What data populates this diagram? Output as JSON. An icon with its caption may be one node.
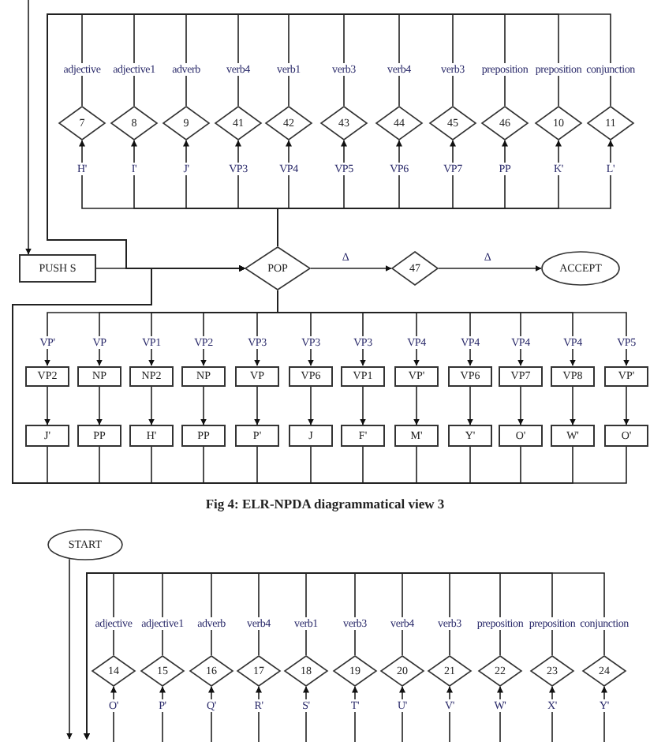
{
  "diagram": {
    "caption": "Fig 4: ELR-NPDA diagrammatical view 3",
    "nodes": [
      {
        "text": [
          "PUSH S"
        ]
      },
      {
        "text": [
          "POP"
        ]
      },
      {
        "text": [
          "47"
        ]
      },
      {
        "text": [
          "ACCEPT"
        ]
      },
      {
        "text": [
          "7"
        ]
      },
      {
        "text": [
          "8"
        ]
      },
      {
        "text": [
          "9"
        ]
      },
      {
        "text": [
          "41"
        ]
      },
      {
        "text": [
          "42"
        ]
      },
      {
        "text": [
          "43"
        ]
      },
      {
        "text": [
          "44"
        ]
      },
      {
        "text": [
          "45"
        ]
      },
      {
        "text": [
          "46"
        ]
      },
      {
        "text": [
          "10"
        ]
      },
      {
        "text": [
          "11"
        ]
      },
      {
        "text": [
          "VP2"
        ]
      },
      {
        "text": [
          "NP"
        ]
      },
      {
        "text": [
          "NP2"
        ]
      },
      {
        "text": [
          "NP"
        ]
      },
      {
        "text": [
          "VP"
        ]
      },
      {
        "text": [
          "VP6"
        ]
      },
      {
        "text": [
          "VP1"
        ]
      },
      {
        "text": [
          "VP'"
        ]
      },
      {
        "text": [
          "VP6"
        ]
      },
      {
        "text": [
          "VP7"
        ]
      },
      {
        "text": [
          "VP8"
        ]
      },
      {
        "text": [
          "VP'"
        ]
      },
      {
        "text": [
          "J'"
        ]
      },
      {
        "text": [
          "PP"
        ]
      },
      {
        "text": [
          "H'"
        ]
      },
      {
        "text": [
          "PP"
        ]
      },
      {
        "text": [
          "P'"
        ]
      },
      {
        "text": [
          "J"
        ]
      },
      {
        "text": [
          "F'"
        ]
      },
      {
        "text": [
          "M'"
        ]
      },
      {
        "text": [
          "Y'"
        ]
      },
      {
        "text": [
          "O'"
        ]
      },
      {
        "text": [
          "W'"
        ]
      },
      {
        "text": [
          "O'"
        ]
      },
      {
        "text": [
          "START"
        ]
      },
      {
        "text": [
          "14"
        ]
      },
      {
        "text": [
          "15"
        ]
      },
      {
        "text": [
          "16"
        ]
      },
      {
        "text": [
          "17"
        ]
      },
      {
        "text": [
          "18"
        ]
      },
      {
        "text": [
          "19"
        ]
      },
      {
        "text": [
          "20"
        ]
      },
      {
        "text": [
          "21"
        ]
      },
      {
        "text": [
          "22"
        ]
      },
      {
        "text": [
          "23"
        ]
      },
      {
        "text": [
          "24"
        ]
      }
    ],
    "edges": [
      {
        "from": null,
        "to": 0,
        "arrow": "to"
      },
      {
        "from": 0,
        "to": 1,
        "arrow": "to"
      },
      {
        "from": 1,
        "to": 2,
        "arrow": "to",
        "label": "Δ"
      },
      {
        "from": 2,
        "to": 3,
        "arrow": "to",
        "label": "Δ"
      },
      {
        "from": 1,
        "to": 4,
        "arrow": "to",
        "label": "H'"
      },
      {
        "from": 1,
        "to": 5,
        "arrow": "to",
        "label": "I'"
      },
      {
        "from": 1,
        "to": 6,
        "arrow": "to",
        "label": "J'"
      },
      {
        "from": 1,
        "to": 7,
        "arrow": "to",
        "label": "VP3"
      },
      {
        "from": 1,
        "to": 8,
        "arrow": "to",
        "label": "VP4"
      },
      {
        "from": 1,
        "to": 9,
        "arrow": "to",
        "label": "VP5"
      },
      {
        "from": 1,
        "to": 10,
        "arrow": "to",
        "label": "VP6"
      },
      {
        "from": 1,
        "to": 11,
        "arrow": "to",
        "label": "VP7"
      },
      {
        "from": 1,
        "to": 12,
        "arrow": "to",
        "label": "PP"
      },
      {
        "from": 1,
        "to": 13,
        "arrow": "to",
        "label": "K'"
      },
      {
        "from": 1,
        "to": 14,
        "arrow": "to",
        "label": "L'"
      },
      {
        "from": 4,
        "to": 1,
        "arrow": "to",
        "label": "adjective"
      },
      {
        "from": 5,
        "to": 1,
        "arrow": "to",
        "label": "adjective1"
      },
      {
        "from": 6,
        "to": 1,
        "arrow": "to",
        "label": "adverb"
      },
      {
        "from": 7,
        "to": 1,
        "arrow": "to",
        "label": "verb4"
      },
      {
        "from": 8,
        "to": 1,
        "arrow": "to",
        "label": "verb1"
      },
      {
        "from": 9,
        "to": 1,
        "arrow": "to",
        "label": "verb3"
      },
      {
        "from": 10,
        "to": 1,
        "arrow": "to",
        "label": "verb4"
      },
      {
        "from": 11,
        "to": 1,
        "arrow": "to",
        "label": "verb3"
      },
      {
        "from": 12,
        "to": 1,
        "arrow": "to",
        "label": "preposition"
      },
      {
        "from": 13,
        "to": 1,
        "arrow": "to",
        "label": "preposition"
      },
      {
        "from": 14,
        "to": 1,
        "arrow": "to",
        "label": "conjunction"
      },
      {
        "from": 1,
        "to": 15,
        "arrow": "to",
        "label": "VP'"
      },
      {
        "from": 1,
        "to": 16,
        "arrow": "to",
        "label": "VP"
      },
      {
        "from": 1,
        "to": 17,
        "arrow": "to",
        "label": "VP1"
      },
      {
        "from": 1,
        "to": 18,
        "arrow": "to",
        "label": "VP2"
      },
      {
        "from": 1,
        "to": 19,
        "arrow": "to",
        "label": "VP3"
      },
      {
        "from": 1,
        "to": 20,
        "arrow": "to",
        "label": "VP3"
      },
      {
        "from": 1,
        "to": 21,
        "arrow": "to",
        "label": "VP3"
      },
      {
        "from": 1,
        "to": 22,
        "arrow": "to",
        "label": "VP4"
      },
      {
        "from": 1,
        "to": 23,
        "arrow": "to",
        "label": "VP4"
      },
      {
        "from": 1,
        "to": 24,
        "arrow": "to",
        "label": "VP4"
      },
      {
        "from": 1,
        "to": 25,
        "arrow": "to",
        "label": "VP4"
      },
      {
        "from": 1,
        "to": 26,
        "arrow": "to",
        "label": "VP5"
      },
      {
        "from": 15,
        "to": 27,
        "arrow": "to"
      },
      {
        "from": 16,
        "to": 28,
        "arrow": "to"
      },
      {
        "from": 17,
        "to": 29,
        "arrow": "to"
      },
      {
        "from": 18,
        "to": 30,
        "arrow": "to"
      },
      {
        "from": 19,
        "to": 31,
        "arrow": "to"
      },
      {
        "from": 20,
        "to": 32,
        "arrow": "to"
      },
      {
        "from": 21,
        "to": 33,
        "arrow": "to"
      },
      {
        "from": 22,
        "to": 34,
        "arrow": "to"
      },
      {
        "from": 23,
        "to": 35,
        "arrow": "to"
      },
      {
        "from": 24,
        "to": 36,
        "arrow": "to"
      },
      {
        "from": 25,
        "to": 37,
        "arrow": "to"
      },
      {
        "from": 26,
        "to": 38,
        "arrow": "to"
      },
      {
        "from": 27,
        "to": 1,
        "arrow": "to"
      },
      {
        "from": 28,
        "to": 1,
        "arrow": "to"
      },
      {
        "from": 29,
        "to": 1,
        "arrow": "to"
      },
      {
        "from": 30,
        "to": 1,
        "arrow": "to"
      },
      {
        "from": 31,
        "to": 1,
        "arrow": "to"
      },
      {
        "from": 32,
        "to": 1,
        "arrow": "to"
      },
      {
        "from": 33,
        "to": 1,
        "arrow": "to"
      },
      {
        "from": 34,
        "to": 1,
        "arrow": "to"
      },
      {
        "from": 35,
        "to": 1,
        "arrow": "to"
      },
      {
        "from": 36,
        "to": 1,
        "arrow": "to"
      },
      {
        "from": 37,
        "to": 1,
        "arrow": "to"
      },
      {
        "from": 38,
        "to": 1,
        "arrow": "to"
      },
      {
        "from": 39,
        "to": null,
        "arrow": "to"
      },
      {
        "from": null,
        "to": 40,
        "arrow": "to",
        "label": "O'"
      },
      {
        "from": null,
        "to": 41,
        "arrow": "to",
        "label": "P'"
      },
      {
        "from": null,
        "to": 42,
        "arrow": "to",
        "label": "Q'"
      },
      {
        "from": null,
        "to": 43,
        "arrow": "to",
        "label": "R'"
      },
      {
        "from": null,
        "to": 44,
        "arrow": "to",
        "label": "S'"
      },
      {
        "from": null,
        "to": 45,
        "arrow": "to",
        "label": "T'"
      },
      {
        "from": null,
        "to": 46,
        "arrow": "to",
        "label": "U'"
      },
      {
        "from": null,
        "to": 47,
        "arrow": "to",
        "label": "V'"
      },
      {
        "from": null,
        "to": 48,
        "arrow": "to",
        "label": "W'"
      },
      {
        "from": null,
        "to": 49,
        "arrow": "to",
        "label": "X'"
      },
      {
        "from": null,
        "to": 50,
        "arrow": "to",
        "label": "Y'"
      },
      {
        "from": 40,
        "to": null,
        "arrow": "to",
        "label": "adjective"
      },
      {
        "from": 41,
        "to": null,
        "arrow": "to",
        "label": "adjective1"
      },
      {
        "from": 42,
        "to": null,
        "arrow": "to",
        "label": "adverb"
      },
      {
        "from": 43,
        "to": null,
        "arrow": "to",
        "label": "verb4"
      },
      {
        "from": 44,
        "to": null,
        "arrow": "to",
        "label": "verb1"
      },
      {
        "from": 45,
        "to": null,
        "arrow": "to",
        "label": "verb3"
      },
      {
        "from": 46,
        "to": null,
        "arrow": "to",
        "label": "verb4"
      },
      {
        "from": 47,
        "to": null,
        "arrow": "to",
        "label": "verb3"
      },
      {
        "from": 48,
        "to": null,
        "arrow": "to",
        "label": "preposition"
      },
      {
        "from": 49,
        "to": null,
        "arrow": "to",
        "label": "preposition"
      },
      {
        "from": 50,
        "to": null,
        "arrow": "to",
        "label": "conjunction"
      }
    ]
  }
}
